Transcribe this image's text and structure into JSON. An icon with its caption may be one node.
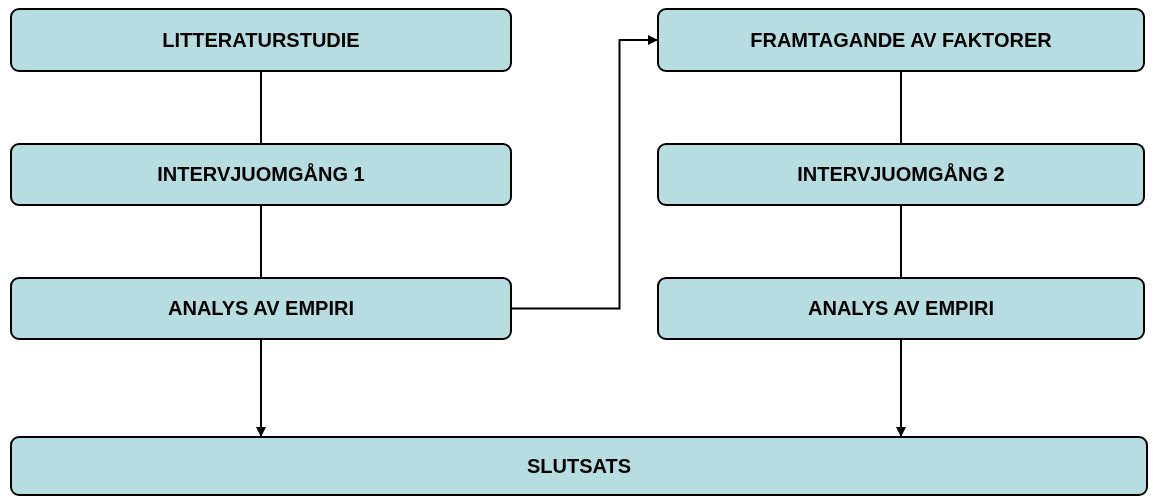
{
  "diagram": {
    "nodes": [
      {
        "text": [
          "LITTERATURSTUDIE"
        ]
      },
      {
        "text": [
          "INTERVJUOMGÅNG 1"
        ]
      },
      {
        "text": [
          "ANALYS AV EMPIRI"
        ]
      },
      {
        "text": [
          "FRAMTAGANDE AV FAKTORER"
        ]
      },
      {
        "text": [
          "INTERVJUOMGÅNG 2"
        ]
      },
      {
        "text": [
          "ANALYS AV EMPIRI"
        ]
      },
      {
        "text": [
          "SLUTSATS"
        ]
      }
    ],
    "edges": [
      {
        "from": 0,
        "to": 1,
        "arrow": "none"
      },
      {
        "from": 1,
        "to": 2,
        "arrow": "none"
      },
      {
        "from": 2,
        "to": 6,
        "arrow": "to"
      },
      {
        "from": 2,
        "to": 3,
        "arrow": "to"
      },
      {
        "from": 3,
        "to": 4,
        "arrow": "none"
      },
      {
        "from": 4,
        "to": 5,
        "arrow": "none"
      },
      {
        "from": 5,
        "to": 6,
        "arrow": "to"
      }
    ]
  }
}
